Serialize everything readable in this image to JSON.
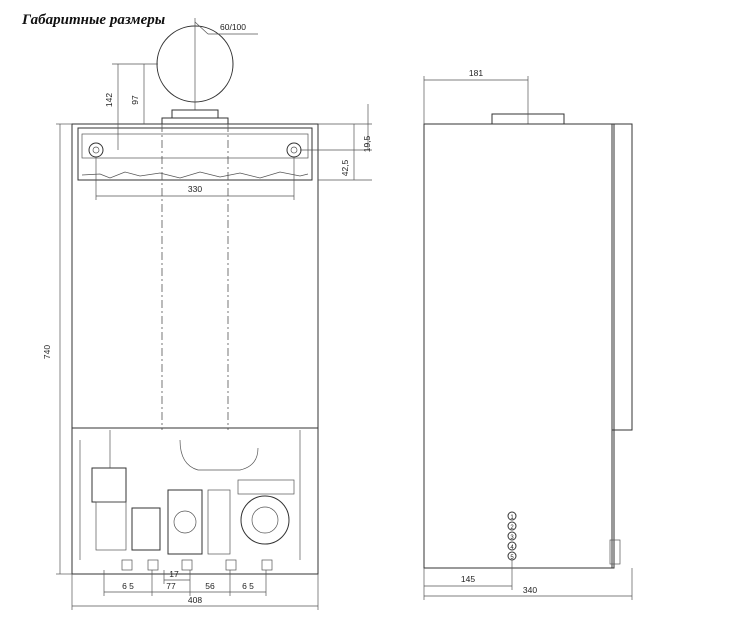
{
  "title": "Габаритные размеры",
  "front_view": {
    "flue_label": "60/100",
    "dim_height": "740",
    "dim_flue_142": "142",
    "dim_flue_97": "97",
    "dim_bracket_42_5": "42,5",
    "dim_bracket_19_5": "19,5",
    "dim_holes_330": "330",
    "dim_width_408": "408",
    "dim_bottom_65_left": "6 5",
    "dim_bottom_77": "77",
    "dim_bottom_17": "17",
    "dim_bottom_56": "56",
    "dim_bottom_65_right": "6 5"
  },
  "side_view": {
    "dim_flue_181": "181",
    "dim_145": "145",
    "dim_depth_340": "340",
    "connections": [
      "1",
      "2",
      "3",
      "4",
      "5"
    ]
  }
}
